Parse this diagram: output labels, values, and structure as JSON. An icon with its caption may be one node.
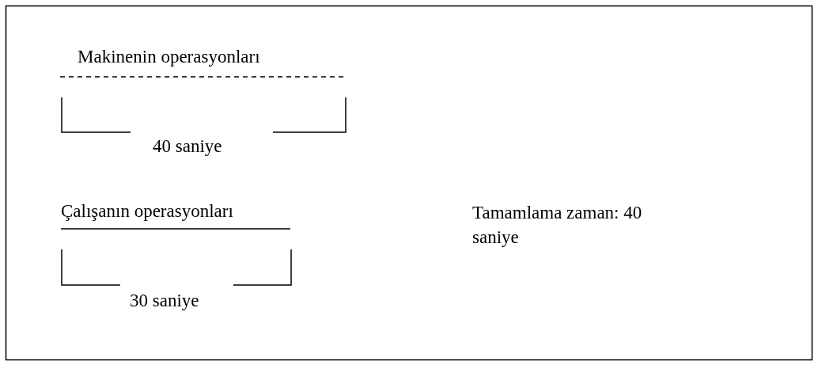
{
  "diagram": {
    "labels": [
      "Makinenin operasyonları",
      "40 saniye",
      "Çalışanın operasyonları",
      "30 saniye",
      "Tamamlama zaman: 40 saniye"
    ]
  }
}
